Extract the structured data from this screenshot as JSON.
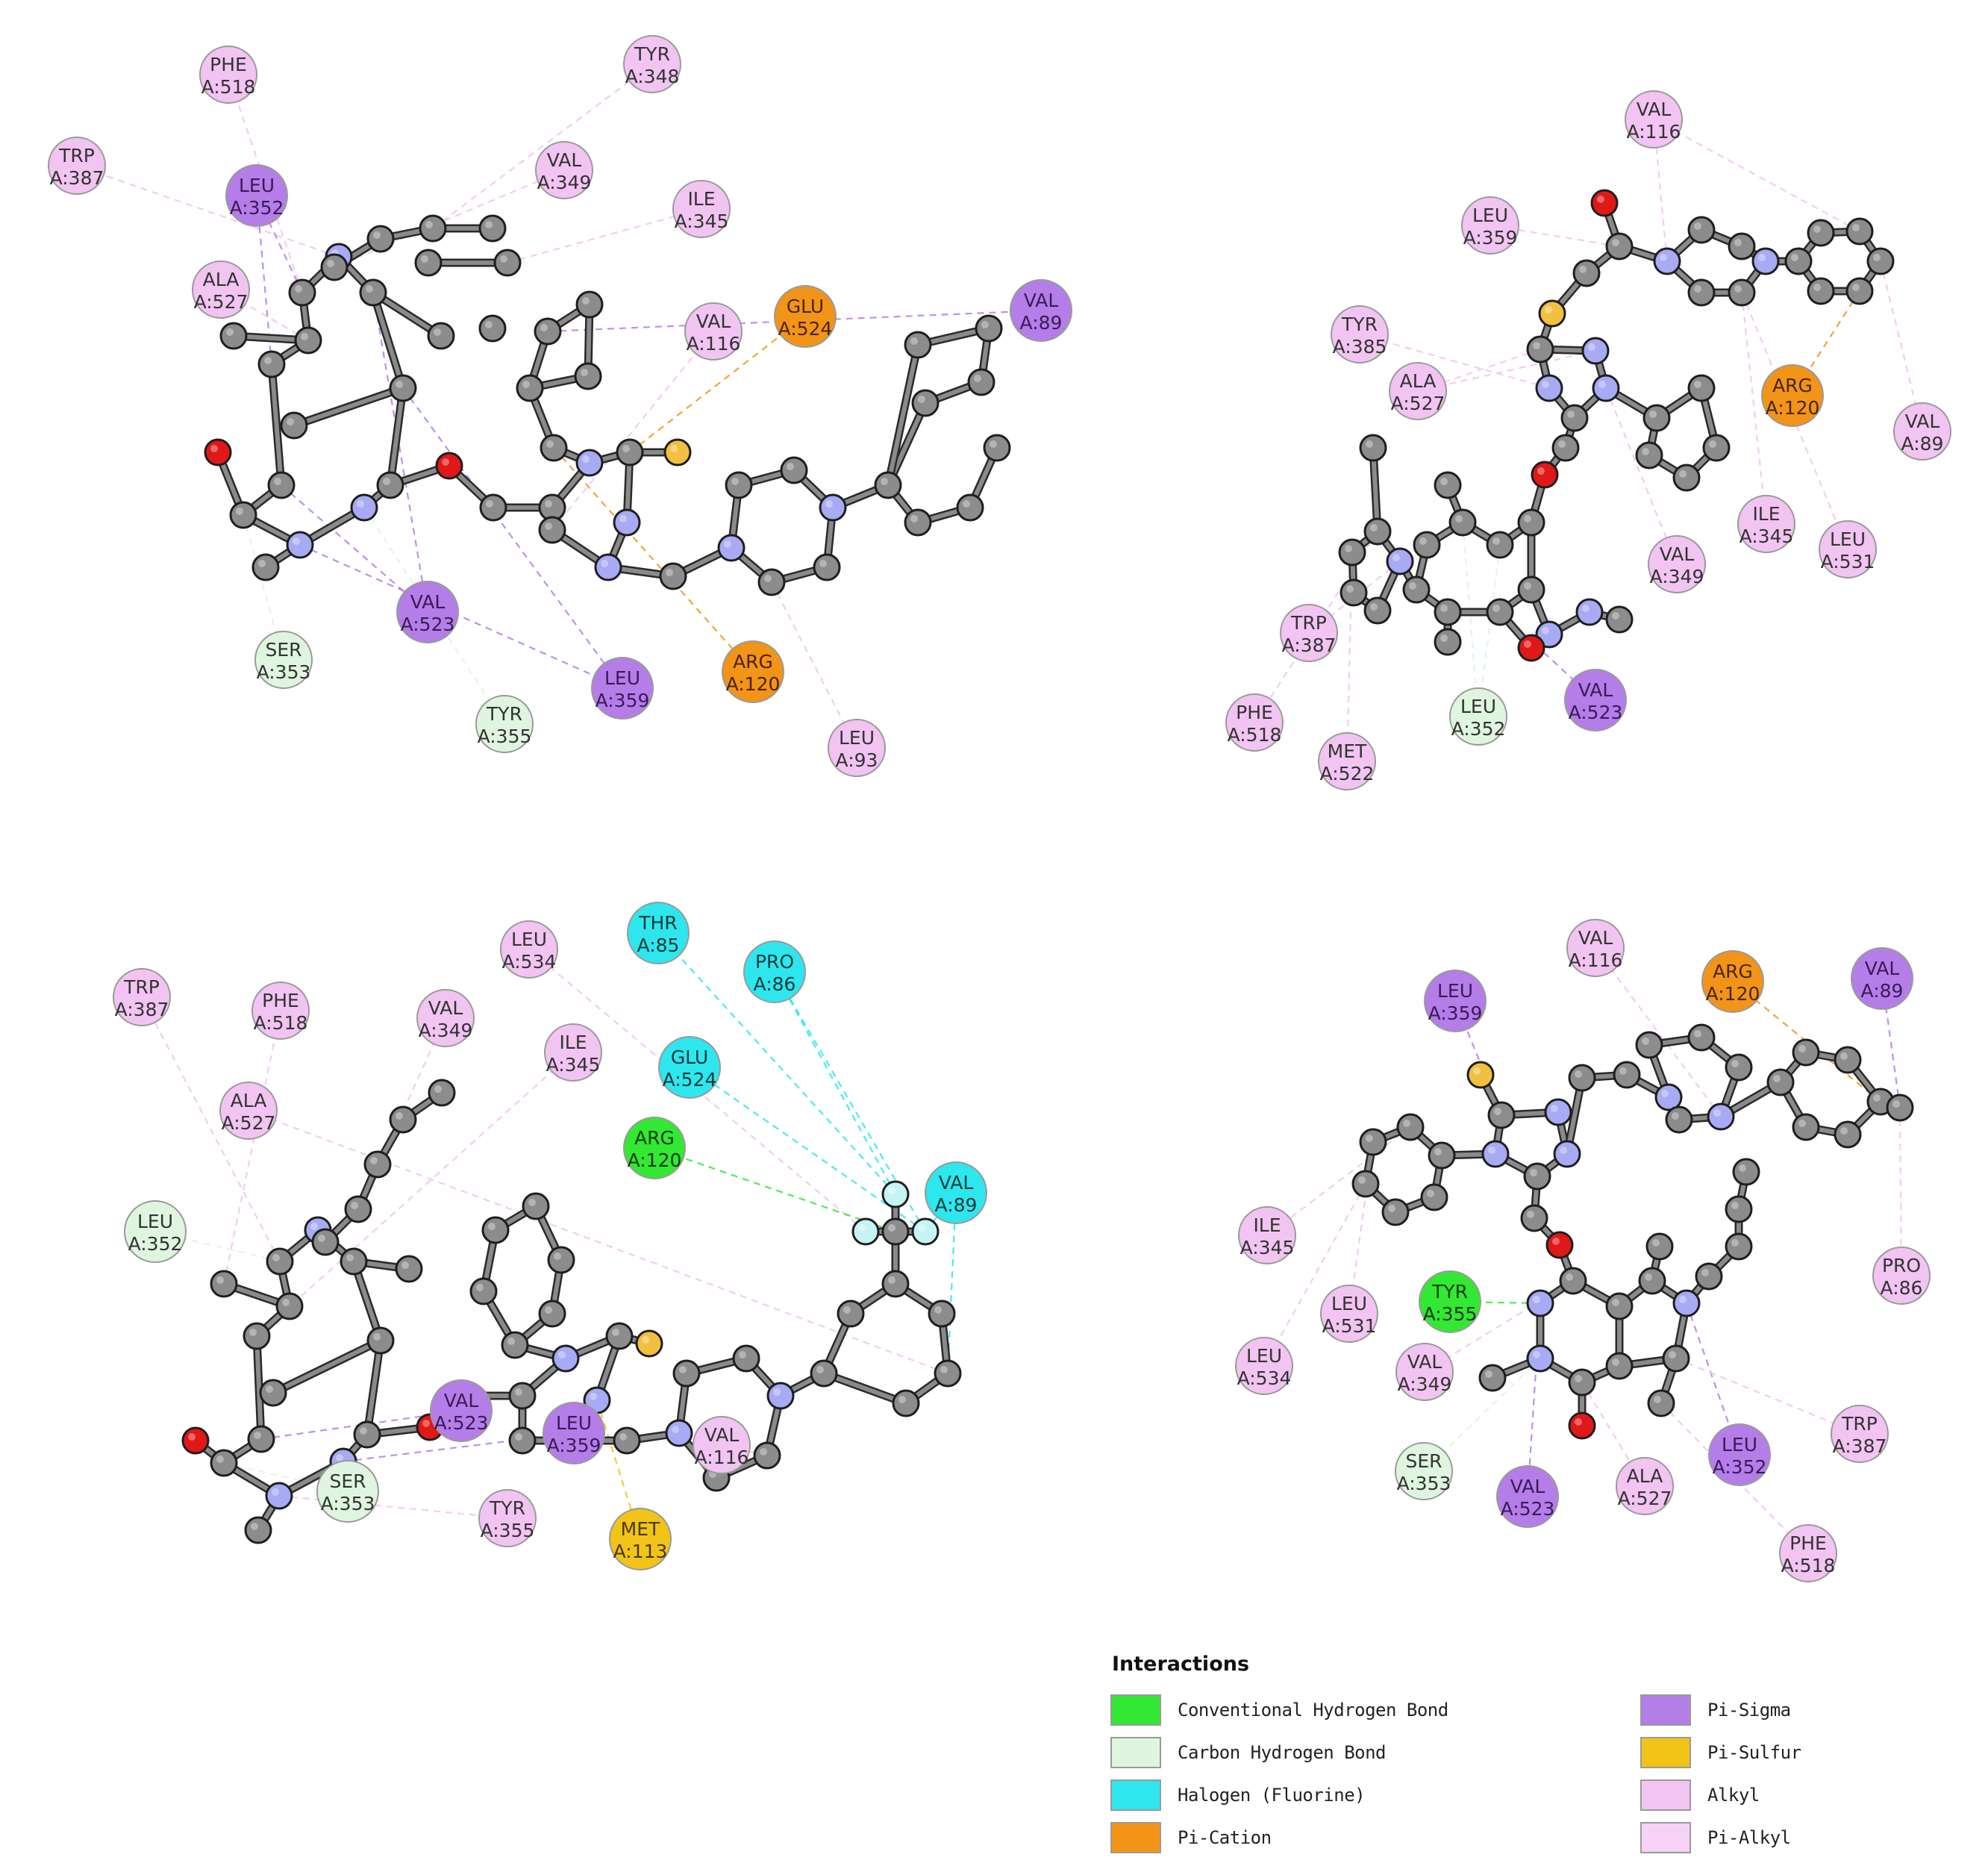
{
  "colors": {
    "conventional_hbond": "#33e833",
    "carbon_hbond": "#dff5df",
    "halogen": "#2ee6ee",
    "pi_cation": "#f29418",
    "pi_sigma": "#b57de8",
    "pi_sulfur": "#f2c418",
    "alkyl": "#f2c4f2",
    "pi_alkyl": "#f6d2f6",
    "atom_carbon": "#8c8c8c",
    "atom_nitrogen": "#a8aaf4",
    "atom_oxygen": "#e01818",
    "atom_sulfur": "#f2c040",
    "atom_fluorine": "#c6f4f4"
  },
  "panels": [
    {
      "residues": [
        {
          "label": "PHE A:518",
          "type": "alkyl"
        },
        {
          "label": "TYR A:348",
          "type": "alkyl"
        },
        {
          "label": "TRP A:387",
          "type": "alkyl"
        },
        {
          "label": "LEU A:352",
          "type": "pi_sigma"
        },
        {
          "label": "VAL A:349",
          "type": "alkyl"
        },
        {
          "label": "ILE A:345",
          "type": "alkyl"
        },
        {
          "label": "ALA A:527",
          "type": "alkyl"
        },
        {
          "label": "VAL A:116",
          "type": "alkyl"
        },
        {
          "label": "GLU A:524",
          "type": "pi_cation"
        },
        {
          "label": "VAL A:89",
          "type": "pi_sigma"
        },
        {
          "label": "VAL A:523",
          "type": "pi_sigma"
        },
        {
          "label": "SER A:353",
          "type": "carbon_hbond"
        },
        {
          "label": "LEU A:359",
          "type": "pi_sigma"
        },
        {
          "label": "ARG A:120",
          "type": "pi_cation"
        },
        {
          "label": "TYR A:355",
          "type": "carbon_hbond"
        },
        {
          "label": "LEU A:93",
          "type": "alkyl"
        }
      ]
    },
    {
      "residues": [
        {
          "label": "VAL A:116",
          "type": "alkyl"
        },
        {
          "label": "LEU A:359",
          "type": "alkyl"
        },
        {
          "label": "TYR A:385",
          "type": "alkyl"
        },
        {
          "label": "ALA A:527",
          "type": "alkyl"
        },
        {
          "label": "ARG A:120",
          "type": "pi_cation"
        },
        {
          "label": "VAL A:89",
          "type": "alkyl"
        },
        {
          "label": "ILE A:345",
          "type": "alkyl"
        },
        {
          "label": "LEU A:531",
          "type": "alkyl"
        },
        {
          "label": "VAL A:349",
          "type": "alkyl"
        },
        {
          "label": "TRP A:387",
          "type": "alkyl"
        },
        {
          "label": "PHE A:518",
          "type": "alkyl"
        },
        {
          "label": "LEU A:352",
          "type": "carbon_hbond"
        },
        {
          "label": "VAL A:523",
          "type": "pi_sigma"
        },
        {
          "label": "MET A:522",
          "type": "alkyl"
        }
      ]
    },
    {
      "residues": [
        {
          "label": "THR A:85",
          "type": "halogen"
        },
        {
          "label": "PRO A:86",
          "type": "halogen"
        },
        {
          "label": "LEU A:534",
          "type": "alkyl"
        },
        {
          "label": "TRP A:387",
          "type": "alkyl"
        },
        {
          "label": "PHE A:518",
          "type": "alkyl"
        },
        {
          "label": "VAL A:349",
          "type": "alkyl"
        },
        {
          "label": "ILE A:345",
          "type": "alkyl"
        },
        {
          "label": "GLU A:524",
          "type": "halogen"
        },
        {
          "label": "ALA A:527",
          "type": "alkyl"
        },
        {
          "label": "ARG A:120",
          "type": "conventional_hbond"
        },
        {
          "label": "VAL A:89",
          "type": "halogen"
        },
        {
          "label": "LEU A:352",
          "type": "carbon_hbond"
        },
        {
          "label": "VAL A:523",
          "type": "pi_sigma"
        },
        {
          "label": "LEU A:359",
          "type": "pi_sigma"
        },
        {
          "label": "VAL A:116",
          "type": "alkyl"
        },
        {
          "label": "SER A:353",
          "type": "carbon_hbond"
        },
        {
          "label": "TYR A:355",
          "type": "alkyl"
        },
        {
          "label": "MET A:113",
          "type": "pi_sulfur"
        }
      ]
    },
    {
      "residues": [
        {
          "label": "VAL A:116",
          "type": "alkyl"
        },
        {
          "label": "LEU A:359",
          "type": "pi_sigma"
        },
        {
          "label": "ARG A:120",
          "type": "pi_cation"
        },
        {
          "label": "VAL A:89",
          "type": "pi_sigma"
        },
        {
          "label": "ILE A:345",
          "type": "alkyl"
        },
        {
          "label": "PRO A:86",
          "type": "alkyl"
        },
        {
          "label": "TYR A:355",
          "type": "conventional_hbond"
        },
        {
          "label": "LEU A:531",
          "type": "alkyl"
        },
        {
          "label": "LEU A:534",
          "type": "alkyl"
        },
        {
          "label": "VAL A:349",
          "type": "alkyl"
        },
        {
          "label": "SER A:353",
          "type": "carbon_hbond"
        },
        {
          "label": "VAL A:523",
          "type": "pi_sigma"
        },
        {
          "label": "ALA A:527",
          "type": "alkyl"
        },
        {
          "label": "LEU A:352",
          "type": "pi_sigma"
        },
        {
          "label": "TRP A:387",
          "type": "alkyl"
        },
        {
          "label": "PHE A:518",
          "type": "alkyl"
        }
      ]
    }
  ],
  "legend": {
    "title": "Interactions",
    "items": [
      {
        "label": "Conventional Hydrogen Bond",
        "color": "#33e833"
      },
      {
        "label": "Carbon Hydrogen Bond",
        "color": "#dff5df"
      },
      {
        "label": "Halogen (Fluorine)",
        "color": "#2ee6ee"
      },
      {
        "label": "Pi-Cation",
        "color": "#f29418"
      },
      {
        "label": "Pi-Sigma",
        "color": "#b57de8"
      },
      {
        "label": "Pi-Sulfur",
        "color": "#f2c418"
      },
      {
        "label": "Alkyl",
        "color": "#f2c4f2"
      },
      {
        "label": "Pi-Alkyl",
        "color": "#f6d2f6"
      }
    ]
  }
}
